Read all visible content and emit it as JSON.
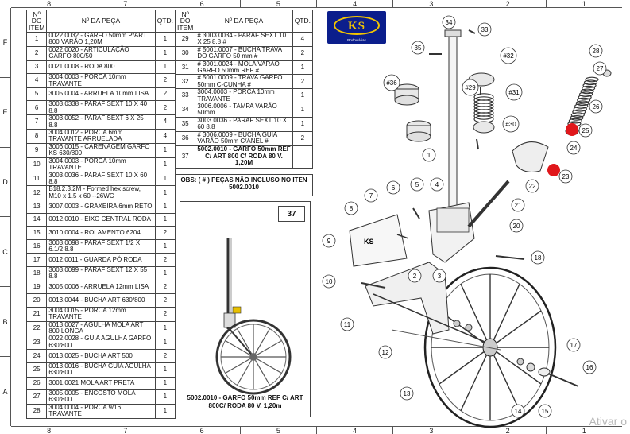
{
  "zones_top": [
    "8",
    "7",
    "6",
    "5",
    "4",
    "3",
    "2",
    "1"
  ],
  "zones_left": [
    "F",
    "E",
    "D",
    "C",
    "B",
    "A"
  ],
  "headers": {
    "item": "Nº DO ITEM",
    "desc": "Nº DA PEÇA",
    "qty": "QTD."
  },
  "bom_left": [
    {
      "n": "1",
      "d": "0022.0032 - GARFO 50mm P/ART 800 VARÃO 1,20M",
      "q": "1"
    },
    {
      "n": "2",
      "d": "0022.0020 - ARTICULAÇÃO GARFO 800/50",
      "q": "1"
    },
    {
      "n": "3",
      "d": "0021.0008 - RODA 800",
      "q": "1"
    },
    {
      "n": "4",
      "d": "3004.0003 - PORCA 10mm TRAVANTE",
      "q": "2"
    },
    {
      "n": "5",
      "d": "3005.0004 - ARRUELA 10mm LISA",
      "q": "2"
    },
    {
      "n": "6",
      "d": "3003.0338 - PARAF SEXT 10 X 40 8.8",
      "q": "2"
    },
    {
      "n": "7",
      "d": "3003.0052 - PARAF SEXT 6 X 25 8.8",
      "q": "4"
    },
    {
      "n": "8",
      "d": "3004.0012 - PORCA 6mm TRAVANTE ARRUELADA",
      "q": "4"
    },
    {
      "n": "9",
      "d": "3006.0015 - CARENAGEM GARFO KS 630/800",
      "q": "1"
    },
    {
      "n": "10",
      "d": "3004.0003 - PORCA 10mm TRAVANTE",
      "q": "1"
    },
    {
      "n": "11",
      "d": "3003.0036 - PARAF SEXT 10 X 60 8.8",
      "q": "1"
    },
    {
      "n": "12",
      "d": "B18.2.3.2M - Formed hex screw, M10 x 1.5 x 60 --26WC",
      "q": "1"
    },
    {
      "n": "13",
      "d": "3007.0003 - GRAXEIRA 6mm RETO",
      "q": "1"
    },
    {
      "n": "14",
      "d": "0012.0010 - EIXO CENTRAL RODA",
      "q": "1"
    },
    {
      "n": "15",
      "d": "3010.0004 - ROLAMENTO 6204",
      "q": "2"
    },
    {
      "n": "16",
      "d": "3003.0098 - PARAF SEXT 1/2 X 6.1/2    8.8",
      "q": "1"
    },
    {
      "n": "17",
      "d": "0012.0011 - GUARDA PÓ RODA",
      "q": "2"
    },
    {
      "n": "18",
      "d": "3003.0099 - PARAF SEXT 12 X 55 8.8",
      "q": "1"
    },
    {
      "n": "19",
      "d": "3005.0006 - ARRUELA 12mm LISA",
      "q": "2"
    },
    {
      "n": "20",
      "d": "0013.0044 - BUCHA  ART 630/800",
      "q": "2"
    },
    {
      "n": "21",
      "d": "3004.0015 - PORCA  12mm TRAVANTE",
      "q": "2"
    },
    {
      "n": "22",
      "d": "0013.0027 - AGULHA MOLA ART 800 LONGA",
      "q": "1"
    },
    {
      "n": "23",
      "d": "0022.0028 - GUIA AGULHA GARFO 630/800",
      "q": "1"
    },
    {
      "n": "24",
      "d": "0013.0025 - BUCHA ART 500",
      "q": "2"
    },
    {
      "n": "25",
      "d": "0013.0016 - BUCHA GUIA AGULHA 630/800",
      "q": "1"
    },
    {
      "n": "26",
      "d": "3001.0021 MOLA ART PRETA",
      "q": "1"
    },
    {
      "n": "27",
      "d": "3005.0005 - ENCOSTO MOLA 630/800",
      "q": "1"
    },
    {
      "n": "28",
      "d": "3004.0004 - PORCA 9/16 TRAVANTE",
      "q": "1"
    }
  ],
  "bom_right": [
    {
      "n": "29",
      "d": "# 3003.0034 - PARAF SEXT 10 X 25 8.8 #",
      "q": "4"
    },
    {
      "n": "30",
      "d": "# 5001.0007 - BUCHA TRAVA DO GARFO 50 mm #",
      "q": "2"
    },
    {
      "n": "31",
      "d": "# 3001.0024 - MOLA VARAO GARFO 50mm REF #",
      "q": "1"
    },
    {
      "n": "32",
      "d": "# 5001.0009 - TRAVA GARFO 50mm C-CUNHA #",
      "q": "2"
    },
    {
      "n": "33",
      "d": "3004.0003 - PORCA 10mm TRAVANTE",
      "q": "1"
    },
    {
      "n": "34",
      "d": "3006.0006 - TAMPA VARÃO 50mm",
      "q": "1"
    },
    {
      "n": "35",
      "d": "3003.0036 - PARAF SEXT 10 X 60 8.8",
      "q": "1"
    },
    {
      "n": "36",
      "d": "# 3006.0009 - BUCHA GUIA VARÃO 50mm C/ANEL #",
      "q": "2"
    },
    {
      "n": "37",
      "d": "5002.0010 - GARFO 50mm REF C/ ART 800 C/ RODA 80 V. 1,20M",
      "q": ""
    }
  ],
  "obs": "OBS: ( # ) PEÇAS NÃO INCLUSO NO ITEN 5002.0010",
  "logo": {
    "text": "KS",
    "sub": "Rodoviárias"
  },
  "inset": {
    "number": "37",
    "caption": "5002.0010 - GARFO 50mm REF C/ ART 800C/ RODA 80 V. 1,20m"
  },
  "callouts": [
    "1",
    "2",
    "3",
    "4",
    "5",
    "6",
    "7",
    "8",
    "9",
    "10",
    "11",
    "12",
    "13",
    "14",
    "15",
    "16",
    "17",
    "18",
    "20",
    "21",
    "22",
    "23",
    "24",
    "25",
    "26",
    "27",
    "28",
    "33",
    "34",
    "35",
    "#29",
    "#30",
    "#31",
    "#32",
    "#36"
  ],
  "highlight_color": "#e0171b",
  "watermark": "Ativar o"
}
